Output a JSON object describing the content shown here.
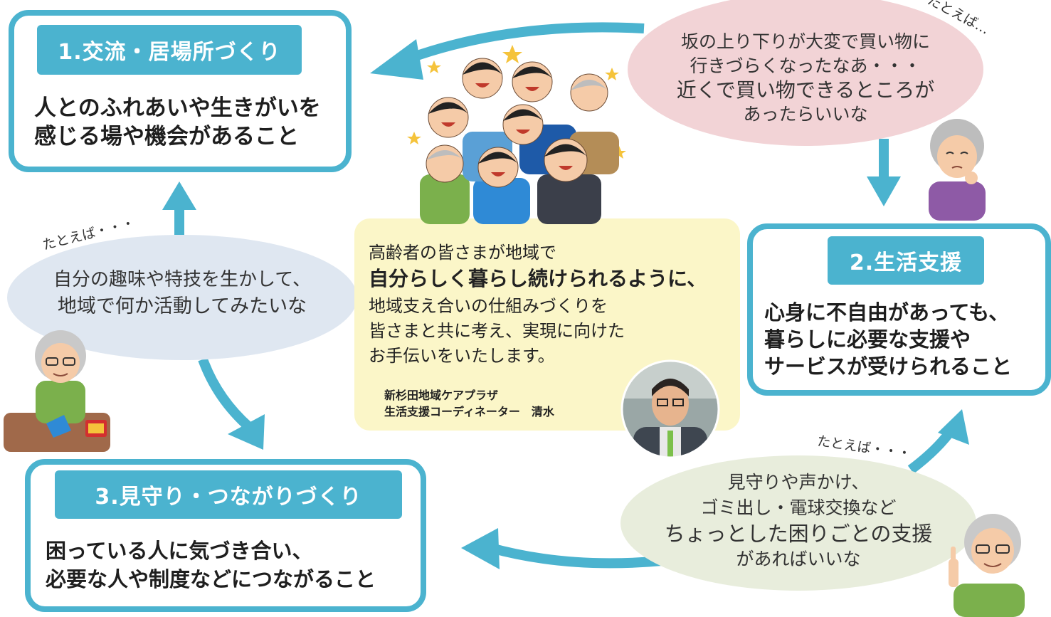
{
  "box1": {
    "title": "1.交流・居場所づくり",
    "lines": [
      "人とのふれあいや生きがいを",
      "感じる場や機会があること"
    ]
  },
  "box2": {
    "title": "2.生活支援",
    "lines": [
      "心身に不自由があっても、",
      "暮らしに必要な支援や",
      "サービスが受けられること"
    ]
  },
  "box3": {
    "title": "3.見守り・つながりづくり",
    "lines": [
      "困っている人に気づき合い、",
      "必要な人や制度などにつながること"
    ]
  },
  "bubble_top": {
    "note": "たとえば…",
    "lines": [
      "坂の上り下りが大変で買い物に",
      "行きづらくなったなあ・・・",
      "近くで買い物できるところが",
      "あったらいいな"
    ]
  },
  "bubble_left": {
    "note": "たとえば・・・",
    "lines": [
      "自分の趣味や特技を生かして、",
      "地域で何か活動してみたいな"
    ]
  },
  "bubble_bottom": {
    "note": "たとえば・・・",
    "lines": [
      "見守りや声かけ、",
      "ゴミ出し・電球交換など",
      "ちょっとした困りごとの支援",
      "があればいいな"
    ]
  },
  "center": {
    "line1": "高齢者の皆さまが地域で",
    "line2": "自分らしく暮らし続けられるように、",
    "line3": "地域支え合いの仕組みづくりを",
    "line4": "皆さまと共に考え、実現に向けた",
    "line5": "お手伝いをいたします。",
    "sig1": "新杉田地域ケアプラザ",
    "sig2": "生活支援コーディネーター　清水"
  },
  "colors": {
    "accent": "#4bb3cf",
    "bubble_pink": "#f2d3d6",
    "bubble_blue": "#dfe7f1",
    "bubble_green": "#e8eddc",
    "panel_yellow": "#fbf6c8"
  }
}
